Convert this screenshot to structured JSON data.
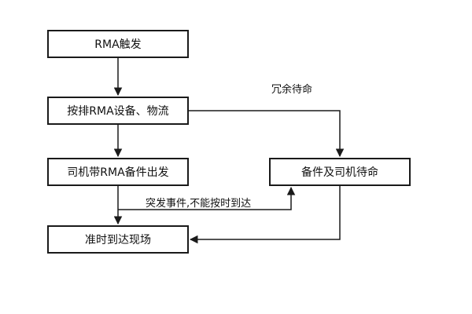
{
  "nodes": {
    "rma_trigger": "RMA触发",
    "arrange": "按排RMA设备、物流",
    "driver_depart": "司机带RMA备件出发",
    "standby": "备件及司机待命",
    "arrive": "准时到达现场"
  },
  "labels": {
    "redundancy": "冗余待命",
    "emergency": "突发事件,不能按时到达"
  },
  "colors": {
    "line": "#1a1a1a",
    "box_border": "#1a1a1a"
  }
}
